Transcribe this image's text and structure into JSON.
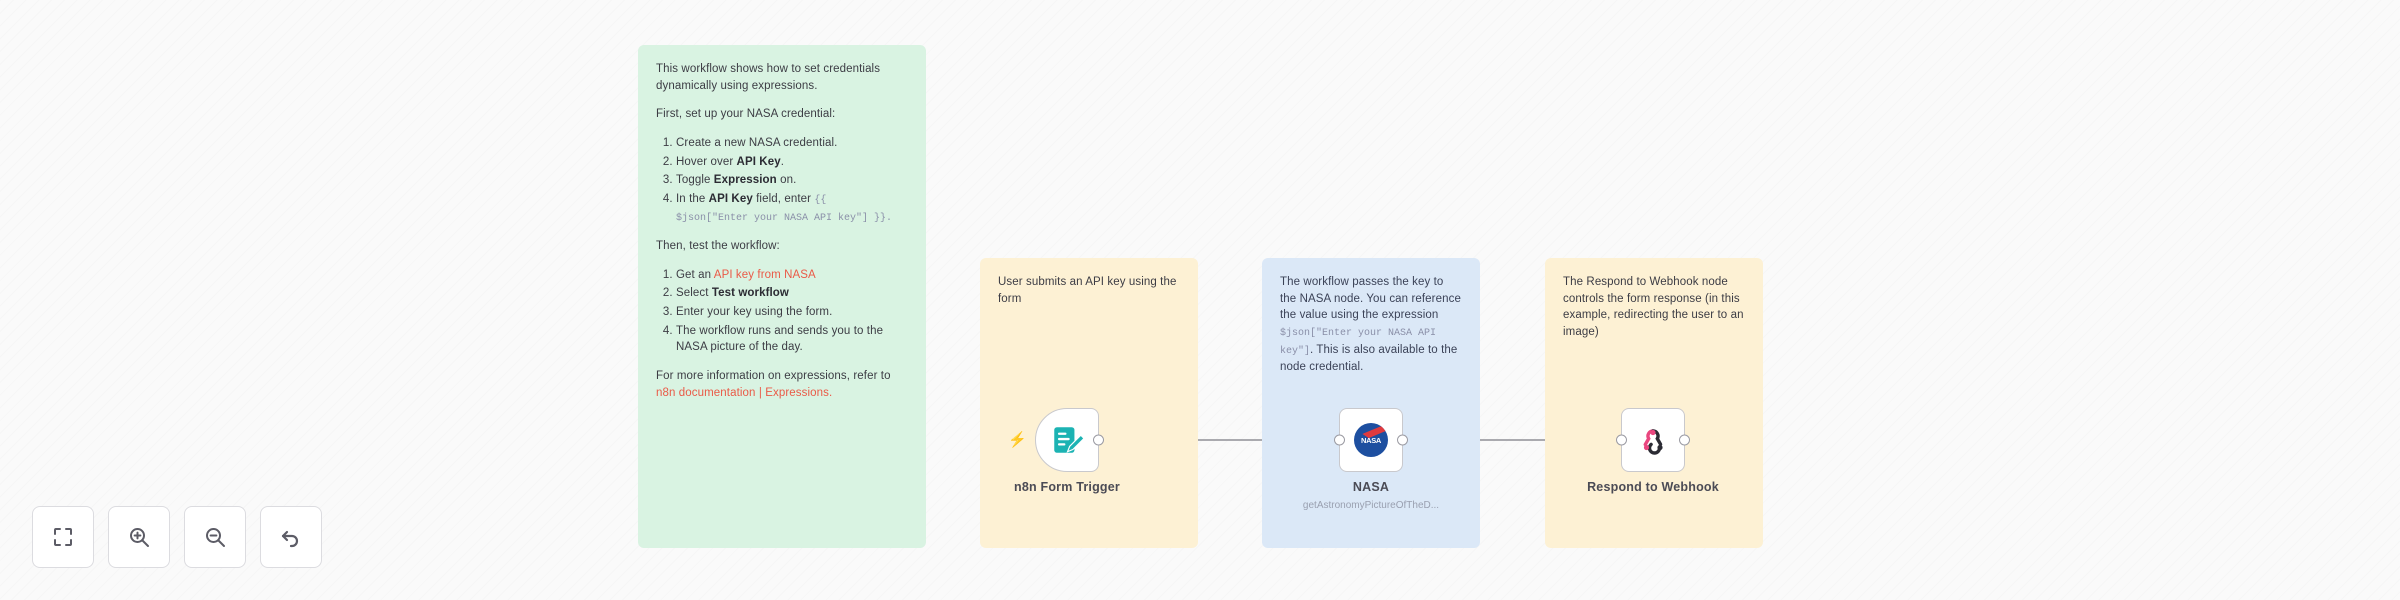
{
  "canvas": {
    "background_color": "#fafafa",
    "name": "n8n-workflow-canvas"
  },
  "colors": {
    "sticky_green": "#d9f3e2",
    "sticky_yellow": "#fdf1d4",
    "sticky_blue": "#dbe8f7",
    "link": "#ea5a47",
    "trigger_bolt": "#f0633f",
    "node_border": "#c9c9cd",
    "edge": "#8f8f96",
    "nasa_blue": "#1d4fa0",
    "nasa_red": "#e03a3e",
    "webhook_pink": "#e9467f",
    "form_teal": "#1cb3b3"
  },
  "notes": {
    "setup": {
      "intro": "This workflow shows how to set credentials dynamically using expressions.",
      "heading_credential": "First, set up your NASA credential:",
      "credential_steps": [
        "Create a new NASA credential.",
        "Hover over API Key.",
        "Toggle Expression on.",
        "In the API Key field, enter {{ $json[\"Enter your NASA API key\"] }}."
      ],
      "step2_prefix": "Hover over ",
      "step2_bold": "API Key",
      "step2_suffix": ".",
      "step3_prefix": "Toggle ",
      "step3_bold": "Expression",
      "step3_suffix": " on.",
      "step4_prefix": "In the ",
      "step4_bold": "API Key",
      "step4_mid": " field, enter ",
      "step4_code_open": "{{",
      "step4_code_body": "$json[\"Enter your NASA API key\"] }}.",
      "heading_test": "Then, test the workflow:",
      "test_steps": [
        "Get an API key from NASA",
        "Select Test workflow",
        "Enter your key using the form.",
        "The workflow runs and sends you to the NASA picture of the day."
      ],
      "test1_prefix": "Get an ",
      "test1_link": "API key from NASA",
      "test2_prefix": "Select ",
      "test2_bold": "Test workflow",
      "test3": "Enter your key using the form.",
      "test4": "The workflow runs and sends you to the NASA picture of the day.",
      "footer_prefix": "For more information on expressions, refer to ",
      "footer_link": "n8n documentation | Expressions."
    },
    "form": {
      "text": "User submits an API key using the form"
    },
    "nasa": {
      "prefix": "The workflow passes the key to the NASA node. You can reference the value using the expression ",
      "code": "$json[\"Enter your NASA API key\"]",
      "suffix": ". This is also available to the node credential."
    },
    "respond": {
      "text": "The Respond to Webhook node controls the form response (in this example, redirecting the user to an image)"
    }
  },
  "nodes": [
    {
      "id": "n8n-form-trigger",
      "label": "n8n Form Trigger",
      "sublabel": "",
      "icon": "form-icon",
      "type": "trigger",
      "has_bolt": true
    },
    {
      "id": "nasa",
      "label": "NASA",
      "sublabel": "getAstronomyPictureOfTheD...",
      "icon": "nasa-logo-icon",
      "type": "action",
      "has_bolt": false
    },
    {
      "id": "respond-to-webhook",
      "label": "Respond to Webhook",
      "sublabel": "",
      "icon": "webhook-icon",
      "type": "action",
      "has_bolt": false
    }
  ],
  "connections": [
    {
      "from": "n8n-form-trigger",
      "to": "nasa"
    },
    {
      "from": "nasa",
      "to": "respond-to-webhook"
    }
  ],
  "toolbar": {
    "buttons": [
      {
        "id": "zoom-to-fit",
        "icon": "zoom-to-fit-icon",
        "label": "Zoom to fit"
      },
      {
        "id": "zoom-in",
        "icon": "zoom-in-icon",
        "label": "Zoom in"
      },
      {
        "id": "zoom-out",
        "icon": "zoom-out-icon",
        "label": "Zoom out"
      },
      {
        "id": "reset-zoom",
        "icon": "undo-arrow-icon",
        "label": "Reset zoom"
      }
    ]
  }
}
